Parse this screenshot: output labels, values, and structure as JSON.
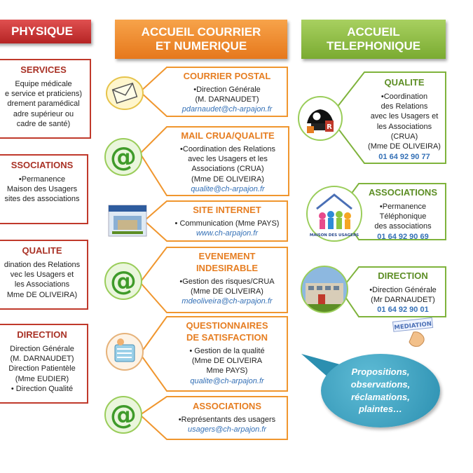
{
  "headers": {
    "left": "PHYSIQUE",
    "middle": [
      "ACCUEIL COURRIER",
      "ET NUMERIQUE"
    ],
    "right": [
      "ACCUEIL",
      "TELEPHONIQUE"
    ]
  },
  "left_column": [
    {
      "title": "SERVICES",
      "lines": [
        "Equipe médicale",
        "e service et praticiens)",
        "drement paramédical",
        "adre supérieur ou",
        "cadre de santé)"
      ]
    },
    {
      "title": "SSOCIATIONS",
      "lines": [
        "•Permanence",
        "Maison des Usagers",
        "sites des associations"
      ]
    },
    {
      "title": "QUALITE",
      "lines": [
        "dination des Relations",
        "vec les Usagers et",
        "les Associations",
        "Mme DE OLIVEIRA)"
      ]
    },
    {
      "title": "DIRECTION",
      "lines": [
        "Direction Générale",
        "(M. DARNAUDET)",
        "Direction Patientèle",
        "(Mme EUDIER)",
        "• Direction Qualité"
      ]
    }
  ],
  "middle_column": [
    {
      "title": [
        "COURRIER POSTAL"
      ],
      "lines": [
        "•Direction Générale",
        "(M. DARNAUDET)"
      ],
      "email": "pdarnaudet@ch-arpajon.fr",
      "icon": "envelope-icon"
    },
    {
      "title": [
        "MAIL CRUA/QUALITE"
      ],
      "lines": [
        "•Coordination des Relations",
        "avec les Usagers et les",
        "Associations (CRUA)",
        "(Mme DE OLIVEIRA)"
      ],
      "email": "qualite@ch-arpajon.fr",
      "icon": "at-sign-icon"
    },
    {
      "title": [
        "SITE INTERNET"
      ],
      "lines": [
        "• Communication (Mme PAYS)"
      ],
      "email": "www.ch-arpajon.fr",
      "icon": "website-photo-icon"
    },
    {
      "title": [
        "EVENEMENT",
        "INDESIRABLE"
      ],
      "lines": [
        "•Gestion des risques/CRUA",
        "(Mme DE OLIVEIRA)"
      ],
      "email": "mdeoliveira@ch-arpajon.fr",
      "icon": "at-sign-icon"
    },
    {
      "title": [
        "QUESTIONNAIRES",
        "DE SATISFACTION"
      ],
      "lines": [
        "• Gestion de la qualité",
        "(Mme DE OLIVEIRA",
        "Mme PAYS)"
      ],
      "email": "qualite@ch-arpajon.fr",
      "icon": "questionnaire-icon"
    },
    {
      "title": [
        "ASSOCIATIONS"
      ],
      "lines": [
        "•Représentants des usagers"
      ],
      "email": "usagers@ch-arpajon.fr",
      "icon": "at-sign-icon"
    }
  ],
  "right_column": [
    {
      "title": "QUALITE",
      "lines": [
        "•Coordination",
        "des Relations",
        "avec les Usagers et",
        "les Associations",
        "(CRUA)",
        "(Mme DE OLIVEIRA)"
      ],
      "phone": "01 64 92 90 77",
      "icon": "telephone-icon"
    },
    {
      "title": "ASSOCIATIONS",
      "lines": [
        "•Permanence",
        "Téléphonique",
        "des associations"
      ],
      "phone": "01 64 92 90 69",
      "icon": "maison-des-usagers-logo",
      "logo_text": "MAISON DES USAGERS"
    },
    {
      "title": "DIRECTION",
      "lines": [
        "•Direction Générale",
        "(Mr DARNAUDET)"
      ],
      "phone": "01 64 92 90 01",
      "icon": "hospital-photo-icon"
    }
  ],
  "mediation_label": "MEDIATION",
  "bubble": [
    "Propositions,",
    "observations,",
    "réclamations,",
    "plaintes…"
  ],
  "colors": {
    "red": "#c0392b",
    "orange": "#f0962e",
    "green": "#7fb33c",
    "link_blue": "#3470b6",
    "bubble": "#2b8fb0"
  }
}
